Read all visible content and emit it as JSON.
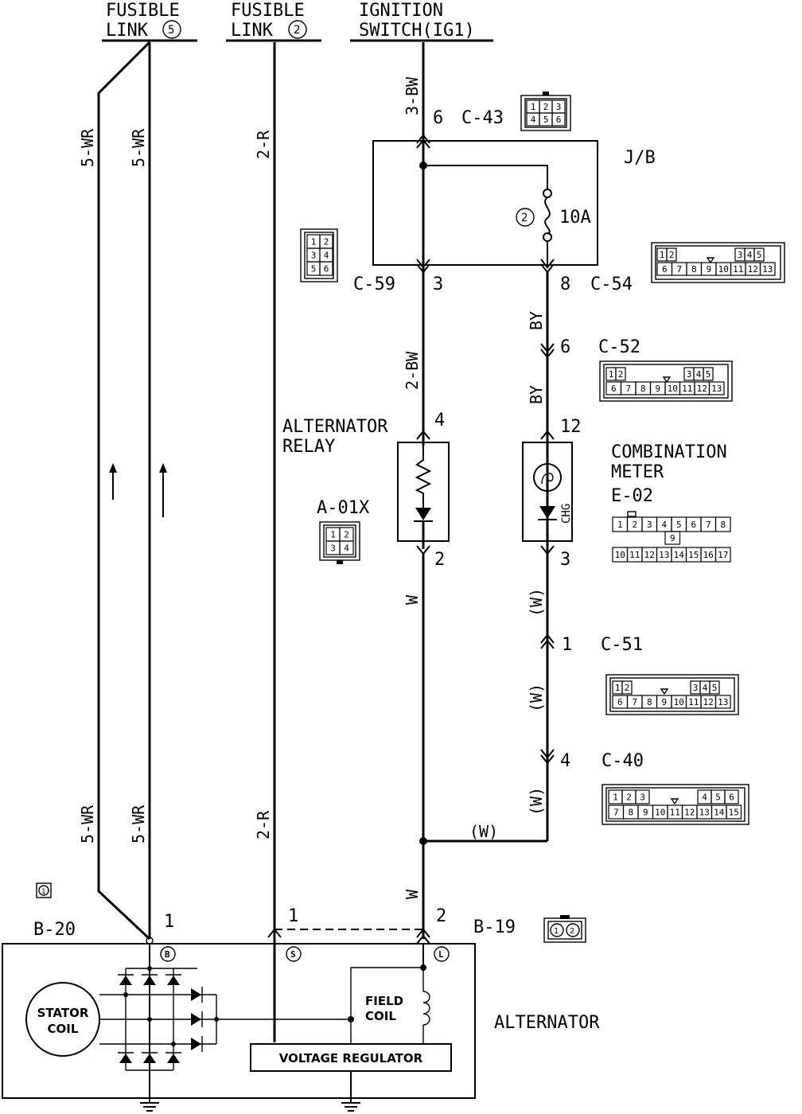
{
  "sources": {
    "fusible_link_5_line1": "FUSIBLE",
    "fusible_link_5_line2": "LINK",
    "fusible_link_5_num": "5",
    "fusible_link_2_line1": "FUSIBLE",
    "fusible_link_2_line2": "LINK",
    "fusible_link_2_num": "2",
    "ignition_line1": "IGNITION",
    "ignition_line2": "SWITCH(IG1)"
  },
  "wires": {
    "wr_left_top": "5-WR",
    "wr_right_top": "5-WR",
    "wr_left_bottom": "5-WR",
    "wr_right_bottom": "5-WR",
    "r_top": "2-R",
    "r_bottom": "2-R",
    "bw_top": "3-BW",
    "bw_mid": "2-BW",
    "by_top": "BY",
    "by_mid": "BY",
    "w_upper": "W",
    "w_lower": "W",
    "w_paren_1": "(W)",
    "w_paren_2": "(W)",
    "w_paren_3": "(W)",
    "w_paren_horiz": "(W)"
  },
  "junction_block": {
    "label": "J/B",
    "fuse_num": "2",
    "fuse_rating": "10A"
  },
  "connectors": {
    "c43": {
      "name": "C-43",
      "pin": "6",
      "cells": [
        "1",
        "2",
        "3",
        "4",
        "5",
        "6"
      ]
    },
    "c59": {
      "name": "C-59",
      "pin": "3",
      "cells": [
        "1",
        "2",
        "3",
        "4",
        "5",
        "6"
      ]
    },
    "c54": {
      "name": "C-54",
      "pin": "8",
      "cells": [
        "1",
        "2",
        "3",
        "4",
        "5",
        "6",
        "7",
        "8",
        "9",
        "10",
        "11",
        "12",
        "13"
      ]
    },
    "c52": {
      "name": "C-52",
      "pin": "6",
      "cells": [
        "1",
        "2",
        "3",
        "4",
        "5",
        "6",
        "7",
        "8",
        "9",
        "10",
        "11",
        "12",
        "13"
      ]
    },
    "c51": {
      "name": "C-51",
      "pin": "1",
      "cells": [
        "1",
        "2",
        "3",
        "4",
        "5",
        "6",
        "7",
        "8",
        "9",
        "10",
        "11",
        "12",
        "13"
      ]
    },
    "c40": {
      "name": "C-40",
      "pin": "4",
      "cells": [
        "1",
        "2",
        "3",
        "4",
        "5",
        "6",
        "7",
        "8",
        "9",
        "10",
        "11",
        "12",
        "13",
        "14",
        "15"
      ]
    },
    "a01x": {
      "name": "A-01X",
      "cells": [
        "1",
        "2",
        "3",
        "4"
      ]
    },
    "e02": {
      "cells_top": [
        "1",
        "2",
        "3",
        "4",
        "5",
        "6",
        "7",
        "8"
      ],
      "cell_mid": "9",
      "cells_bottom": [
        "10",
        "11",
        "12",
        "13",
        "14",
        "15",
        "16",
        "17"
      ]
    },
    "b19": {
      "name": "B-19",
      "cells": [
        "1",
        "2"
      ]
    },
    "b20": {
      "name": "B-20",
      "pin": "1"
    }
  },
  "relay": {
    "line1": "ALTERNATOR",
    "line2": "RELAY",
    "pin_top": "4",
    "pin_bottom": "2"
  },
  "meter": {
    "line1": "COMBINATION",
    "line2": "METER",
    "line3": "E-02",
    "pin_top": "12",
    "pin_bottom": "3",
    "lamp_label": "CHG"
  },
  "alternator": {
    "label": "ALTERNATOR",
    "stator_line1": "STATOR",
    "stator_line2": "COIL",
    "field_line1": "FIELD",
    "field_line2": "COIL",
    "regulator": "VOLTAGE REGULATOR",
    "term_b": "B",
    "term_s": "S",
    "term_l": "L",
    "b19_pin1": "1",
    "b19_pin2": "2",
    "ref_num": "1"
  }
}
